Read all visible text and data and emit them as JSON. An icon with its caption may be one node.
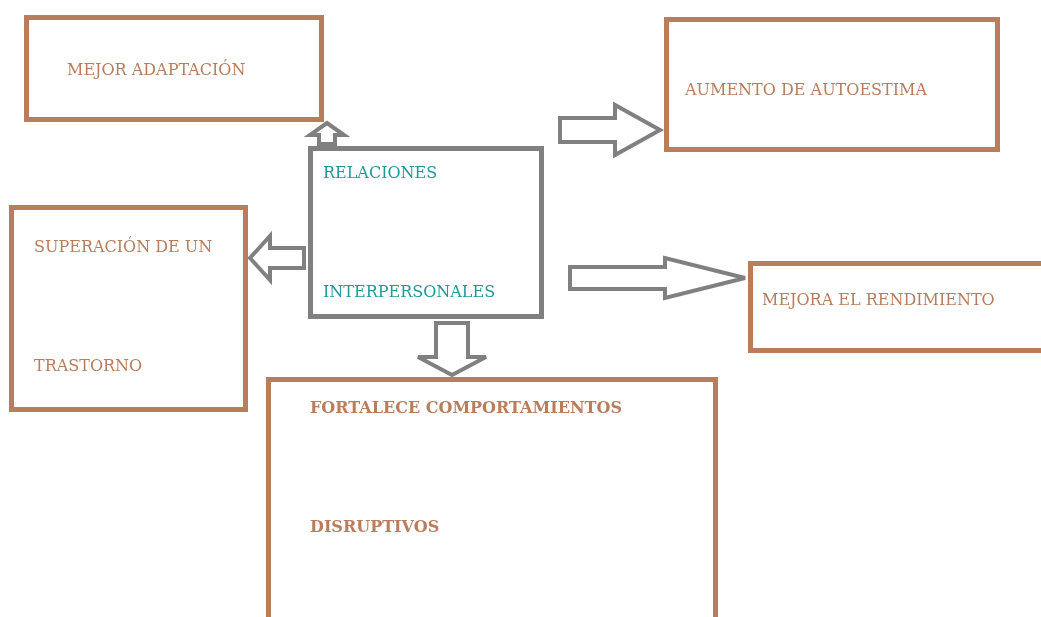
{
  "diagram": {
    "nodes": [
      {
        "text": [
          "RELACIONES INTERPERSONALES"
        ]
      },
      {
        "text": [
          "MEJOR ADAPTACIÓN"
        ]
      },
      {
        "text": [
          "AUMENTO DE AUTOESTIMA"
        ]
      },
      {
        "text": [
          "SUPERACIÓN DE UN TRASTORNO"
        ]
      },
      {
        "text": [
          "MEJORA EL RENDIMIENTO"
        ]
      },
      {
        "text": [
          "FORTALECE COMPORTAMIENTOS DISRUPTIVOS"
        ]
      }
    ],
    "edges": [
      {
        "from": 0,
        "to": 1,
        "arrow": "to"
      },
      {
        "from": 0,
        "to": 2,
        "arrow": "to"
      },
      {
        "from": 0,
        "to": 3,
        "arrow": "to"
      },
      {
        "from": 0,
        "to": 4,
        "arrow": "to"
      },
      {
        "from": 0,
        "to": 5,
        "arrow": "to"
      }
    ]
  }
}
